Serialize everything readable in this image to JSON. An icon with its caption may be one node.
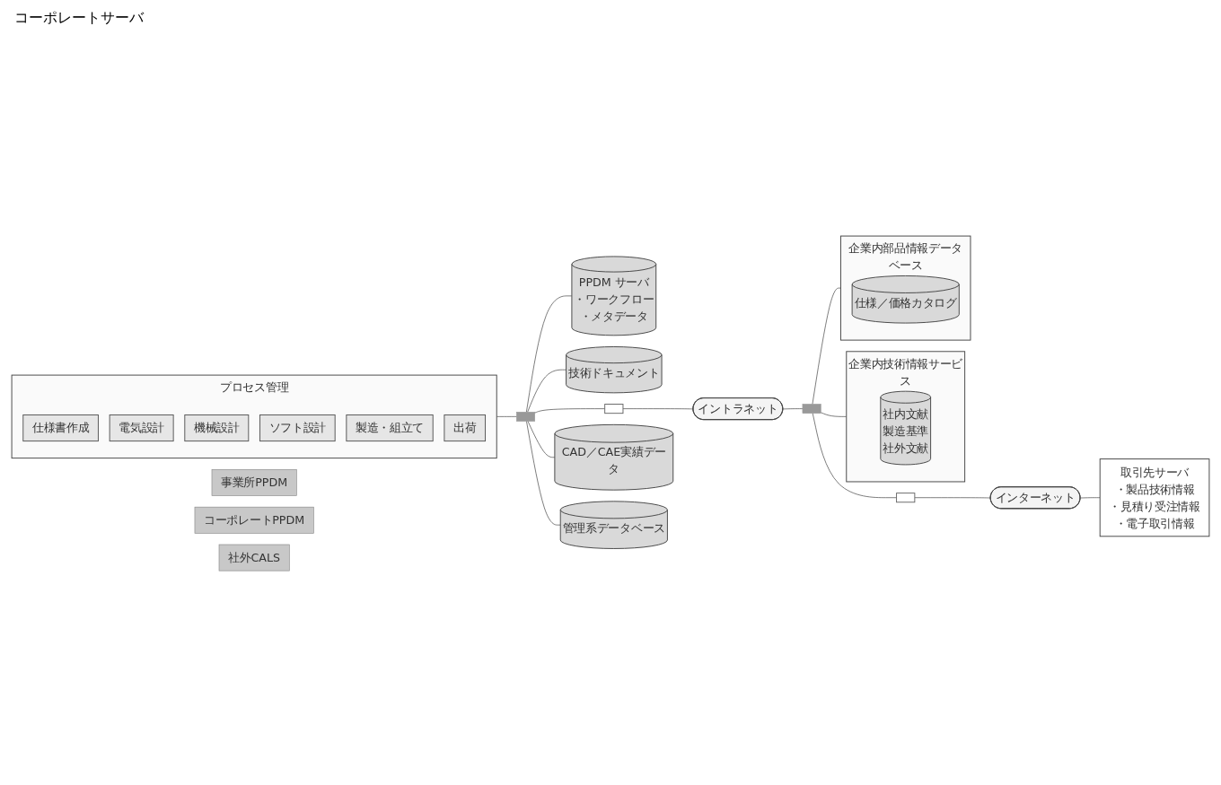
{
  "diagram": {
    "nodes": [
      {
        "text": [
          "プロセス管理"
        ]
      },
      {
        "text": [
          "仕様書作成"
        ],
        "in": 0
      },
      {
        "text": [
          "電気設計"
        ],
        "in": 0
      },
      {
        "text": [
          "機械設計"
        ],
        "in": 0
      },
      {
        "text": [
          "ソフト設計"
        ],
        "in": 0
      },
      {
        "text": [
          "製造・組立て"
        ],
        "in": 0
      },
      {
        "text": [
          "出荷"
        ],
        "in": 0
      },
      {
        "text": [],
        "shape": "bar"
      },
      {
        "text": [
          "PPDM サーバ",
          "・ワークフロー",
          "・メタデータ"
        ]
      },
      {
        "text": [
          "技術ドキュメント"
        ]
      },
      {
        "text": [],
        "shape": "box"
      },
      {
        "text": [
          "CAD／CAE実績データ"
        ]
      },
      {
        "text": [
          "管理系データベース"
        ]
      },
      {
        "text": [
          "イントラネット"
        ]
      },
      {
        "text": [],
        "shape": "bar"
      },
      {
        "text": [
          "企業内技術情報サービス"
        ]
      },
      {
        "text": [
          "社内文献",
          "製造基準",
          "社外文献"
        ],
        "in": 15
      },
      {
        "text": [
          "企業内部品情報データベース"
        ]
      },
      {
        "text": [
          "仕様／価格カタログ"
        ],
        "in": 17
      },
      {
        "text": [],
        "shape": "box"
      },
      {
        "text": [
          "インターネット"
        ]
      },
      {
        "text": [
          "取引先サーバ",
          "・製品技術情報",
          "・見積り受注情報",
          "・電子取引情報"
        ]
      },
      {
        "text": [
          "事業所PPDM"
        ]
      },
      {
        "text": [
          "コーポレートPPDM"
        ]
      },
      {
        "text": [
          "社外CALS"
        ]
      }
    ],
    "edges": [
      {
        "from": 0,
        "to": 7,
        "arrow": "none"
      },
      {
        "from": 7,
        "to": 8,
        "arrow": "none"
      },
      {
        "from": 7,
        "to": 9,
        "arrow": "none"
      },
      {
        "from": 7,
        "to": 10,
        "arrow": "none"
      },
      {
        "from": 7,
        "to": 11,
        "arrow": "none"
      },
      {
        "from": 7,
        "to": 12,
        "arrow": "none"
      },
      {
        "from": 10,
        "to": 13,
        "arrow": "none"
      },
      {
        "from": 13,
        "to": 14,
        "arrow": "none"
      },
      {
        "from": 14,
        "to": 15,
        "arrow": "none"
      },
      {
        "from": 14,
        "to": 17,
        "arrow": "none"
      },
      {
        "from": 14,
        "to": 19,
        "arrow": "none"
      },
      {
        "from": 19,
        "to": 20,
        "arrow": "none"
      },
      {
        "from": 20,
        "to": 21,
        "arrow": "none"
      }
    ],
    "labels": [
      "コーポレートサーバ"
    ]
  }
}
